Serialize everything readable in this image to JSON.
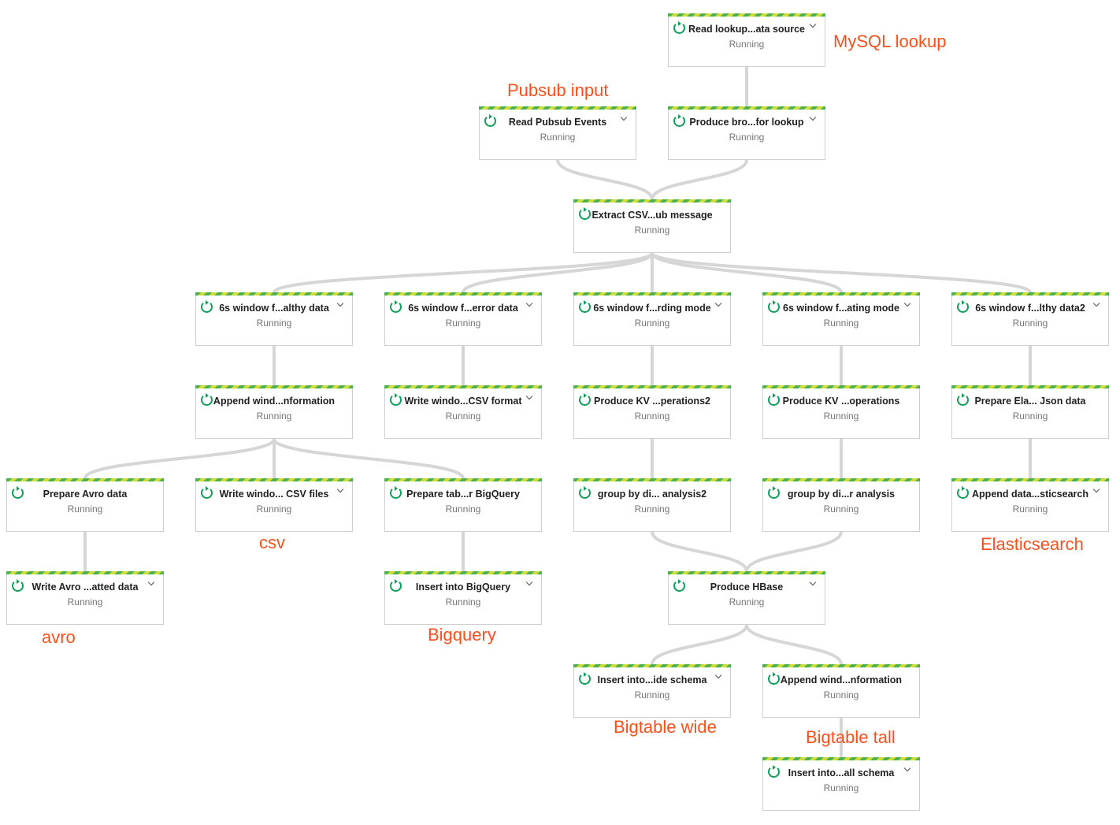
{
  "nodes": [
    {
      "title": "Read lookup...ata source",
      "status": "Running",
      "chevron": true
    },
    {
      "title": "Read Pubsub Events",
      "status": "Running",
      "chevron": true
    },
    {
      "title": "Produce bro...for lookup",
      "status": "Running",
      "chevron": true
    },
    {
      "title": "Extract CSV...ub message",
      "status": "Running",
      "chevron": false
    },
    {
      "title": "6s window f...althy data",
      "status": "Running",
      "chevron": true
    },
    {
      "title": "6s window f...error data",
      "status": "Running",
      "chevron": true
    },
    {
      "title": "6s window f...rding mode",
      "status": "Running",
      "chevron": true
    },
    {
      "title": "6s window f...ating mode",
      "status": "Running",
      "chevron": true
    },
    {
      "title": "6s window f...lthy data2",
      "status": "Running",
      "chevron": true
    },
    {
      "title": "Append wind...nformation",
      "status": "Running",
      "chevron": false
    },
    {
      "title": "Write windo...CSV format",
      "status": "Running",
      "chevron": true
    },
    {
      "title": "Produce KV ...perations2",
      "status": "Running",
      "chevron": false
    },
    {
      "title": "Produce KV ...operations",
      "status": "Running",
      "chevron": false
    },
    {
      "title": "Prepare Ela... Json data",
      "status": "Running",
      "chevron": false
    },
    {
      "title": "Prepare Avro data",
      "status": "Running",
      "chevron": false
    },
    {
      "title": "Write windo... CSV files",
      "status": "Running",
      "chevron": true
    },
    {
      "title": "Prepare tab...r BigQuery",
      "status": "Running",
      "chevron": false
    },
    {
      "title": "group by di... analysis2",
      "status": "Running",
      "chevron": false
    },
    {
      "title": "group by di...r analysis",
      "status": "Running",
      "chevron": false
    },
    {
      "title": "Append data...sticsearch",
      "status": "Running",
      "chevron": true
    },
    {
      "title": "Write Avro ...atted data",
      "status": "Running",
      "chevron": true
    },
    {
      "title": "Insert into BigQuery",
      "status": "Running",
      "chevron": true
    },
    {
      "title": "Produce HBase",
      "status": "Running",
      "chevron": true
    },
    {
      "title": "Insert into...ide schema",
      "status": "Running",
      "chevron": true
    },
    {
      "title": "Append wind...nformation",
      "status": "Running",
      "chevron": false
    },
    {
      "title": "Insert into...all schema",
      "status": "Running",
      "chevron": true
    }
  ],
  "edges": [
    [
      0,
      2
    ],
    [
      1,
      3
    ],
    [
      2,
      3
    ],
    [
      3,
      4
    ],
    [
      3,
      5
    ],
    [
      3,
      6
    ],
    [
      3,
      7
    ],
    [
      3,
      8
    ],
    [
      4,
      9
    ],
    [
      5,
      10
    ],
    [
      6,
      11
    ],
    [
      7,
      12
    ],
    [
      8,
      13
    ],
    [
      9,
      14
    ],
    [
      9,
      15
    ],
    [
      9,
      16
    ],
    [
      11,
      17
    ],
    [
      12,
      18
    ],
    [
      13,
      19
    ],
    [
      14,
      20
    ],
    [
      16,
      21
    ],
    [
      17,
      22
    ],
    [
      18,
      22
    ],
    [
      22,
      23
    ],
    [
      22,
      24
    ],
    [
      24,
      25
    ]
  ],
  "annotations": {
    "mysql": "MySQL lookup",
    "pubsub": "Pubsub input",
    "csv": "csv",
    "elastic": "Elasticsearch",
    "avro": "avro",
    "bigquery": "Bigquery",
    "bigtable_wide": "Bigtable wide",
    "bigtable_tall": "Bigtable tall"
  },
  "colors": {
    "annotation": "#f4511e",
    "edge": "#d6d6d6",
    "running_icon": "#0f9d58",
    "stripe_a": "#4caf50",
    "stripe_b": "#cddc39"
  }
}
